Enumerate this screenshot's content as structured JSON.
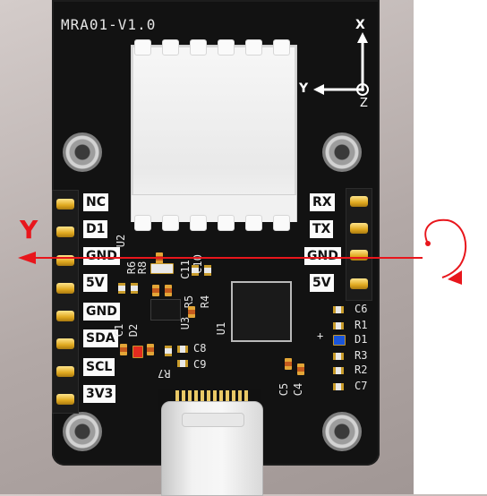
{
  "board": {
    "title": "MRA01-V1.0"
  },
  "left_pins": [
    "NC",
    "D1",
    "GND",
    "5V",
    "GND",
    "SDA",
    "SCL",
    "3V3"
  ],
  "right_pins": [
    "RX",
    "TX",
    "GND",
    "5V"
  ],
  "component_labels": {
    "u2": "U2",
    "r6": "R6",
    "r8": "R8",
    "c10": "C10",
    "c11": "C11",
    "r5": "R5",
    "r4": "R4",
    "u3": "U3",
    "u1": "U1",
    "c1": "C1",
    "d2": "D2",
    "r7": "R7",
    "c8": "C8",
    "c9": "C9",
    "c6": "C6",
    "r1": "R1",
    "d1": "D1",
    "r3": "R3",
    "r2": "R2",
    "c7": "C7",
    "c5": "C5",
    "c4": "C4",
    "plus_mark": "+"
  },
  "axis_widget": {
    "x": "X",
    "y": "Y",
    "z": "Z"
  },
  "annotation": {
    "y_label": "Y",
    "arrow_color": "#e8161c"
  },
  "colors": {
    "board": "#121212",
    "gold": "#e0a920",
    "silkscreen": "#e6e6e6"
  }
}
